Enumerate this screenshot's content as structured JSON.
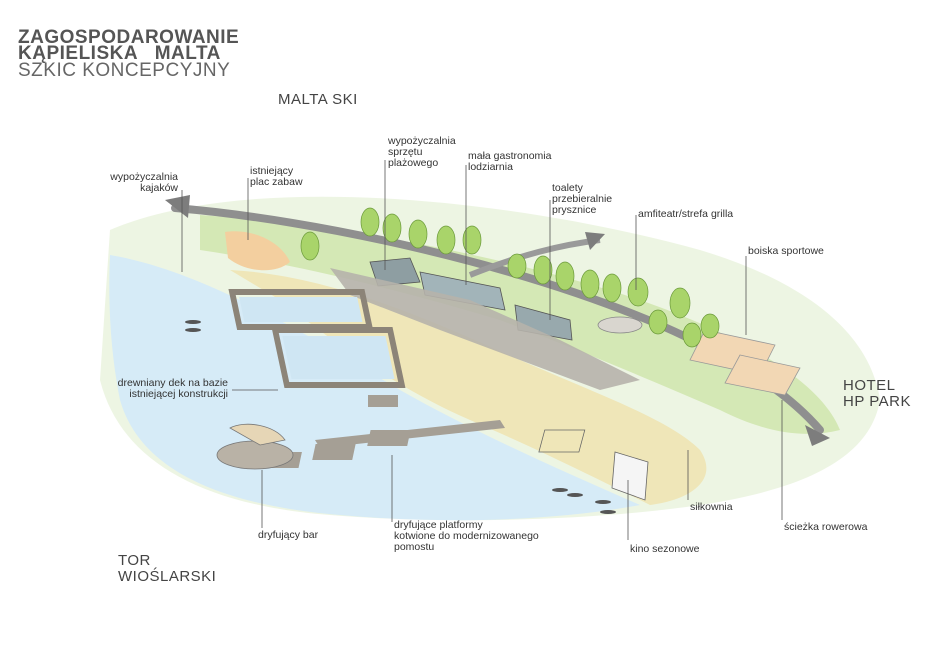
{
  "title": {
    "line1": "ZAGOSPODAROWANIE",
    "line2": "KĄPIELISKA   MALTA",
    "line3": "SZKIC KONCEPCYJNY"
  },
  "places": {
    "malta_ski": "MALTA SKI",
    "hotel_line1": "HOTEL",
    "hotel_line2": "HP PARK",
    "tor_line1": "TOR",
    "tor_line2": "WIOŚLARSKI"
  },
  "labels": {
    "kayak_l1": "wypożyczalnia",
    "kayak_l2": "kajaków",
    "play_l1": "istniejący",
    "play_l2": "plac zabaw",
    "beach_l1": "wypożyczalnia",
    "beach_l2": "sprzętu",
    "beach_l3": "plażowego",
    "food_l1": "mała gastronomia",
    "food_l2": "lodziarnia",
    "toilet_l1": "toalety",
    "toilet_l2": "przebieralnie",
    "toilet_l3": "prysznice",
    "amphi": "amfiteatr/strefa grilla",
    "sports": "boiska sportowe",
    "deck_l1": "drewniany dek na bazie",
    "deck_l2": "istniejącej konstrukcji",
    "bar": "dryfujący bar",
    "platforms_l1": "dryfujące platformy",
    "platforms_l2": "kotwione do modernizowanego",
    "platforms_l3": "pomostu",
    "cinema": "kino sezonowe",
    "gym": "siłkownia",
    "bike": "ścieżka rowerowa"
  },
  "colors": {
    "water": "#d6ebf7",
    "sand": "#efe6b8",
    "grass": "#c9e2a6",
    "tree": "#a9d46a",
    "deck": "#a8a39a",
    "path": "#8f8f8f",
    "field": "#f2d7b4"
  }
}
